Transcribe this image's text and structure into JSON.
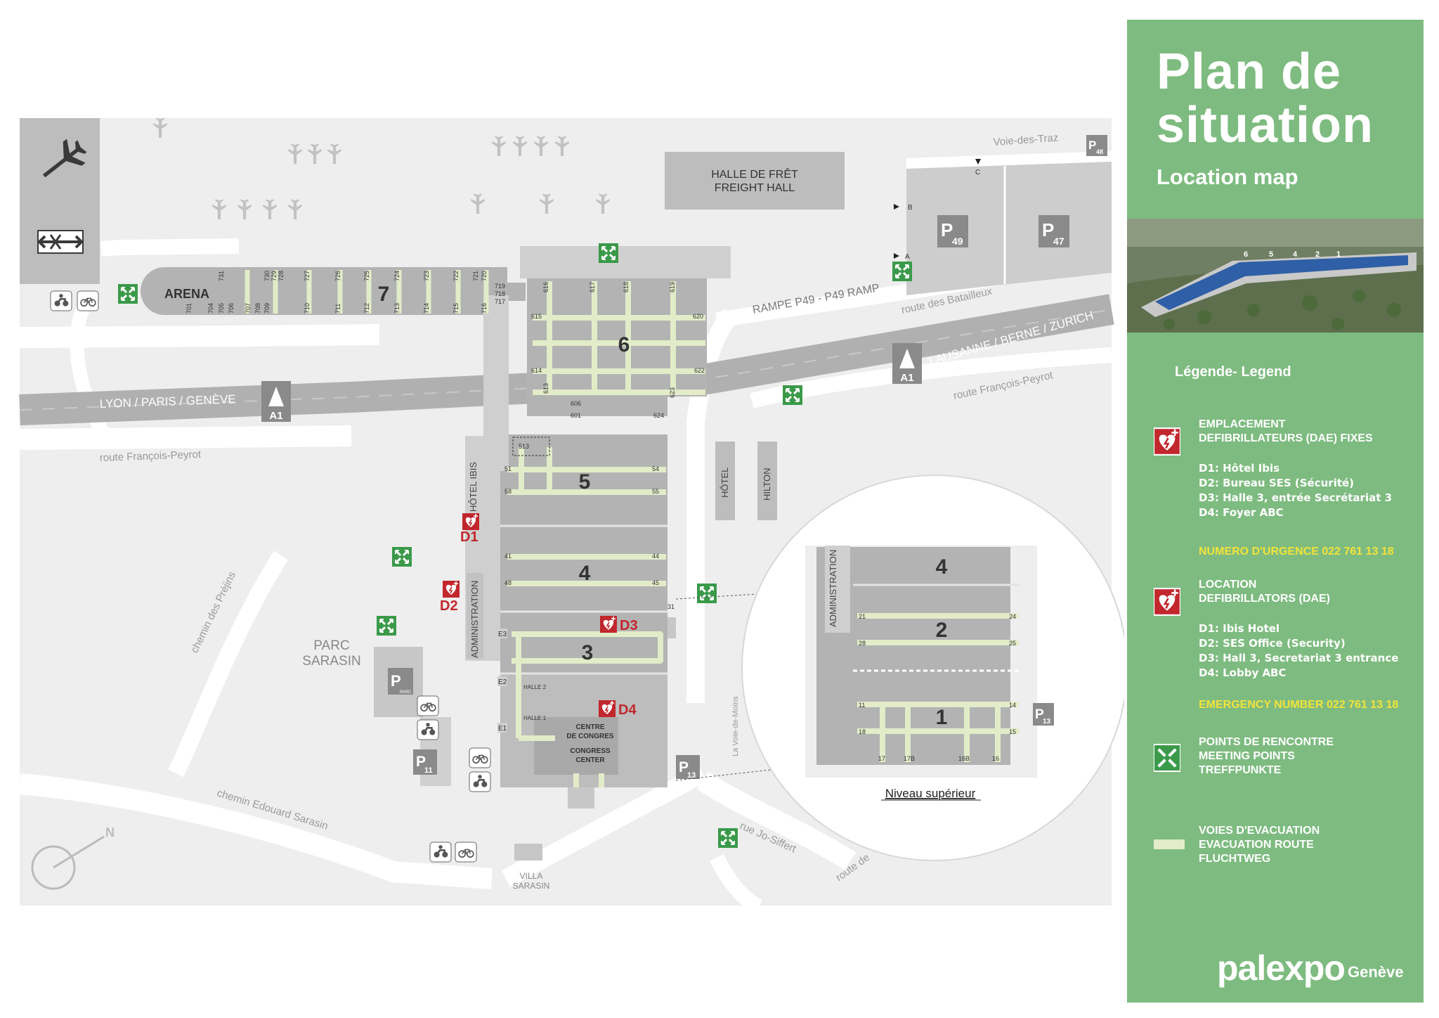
{
  "panel": {
    "title_line1": "Plan de",
    "title_line2": "situation",
    "subtitle": "Location map",
    "photo_hall_numbers": [
      "6",
      "5",
      "4",
      "2",
      "1"
    ],
    "legend_title": "Légende- Legend",
    "legend": {
      "fr": {
        "heading1": "EMPLACEMENT",
        "heading2": "DEFIBRILLATEURS (DAE) FIXES",
        "items": [
          "D1: Hôtel Ibis",
          "D2: Bureau SES (Sécurité)",
          "D3: Halle 3, entrée Secrétariat 3",
          "D4: Foyer ABC"
        ],
        "emergency": "NUMERO D'URGENCE 022 761 13 18"
      },
      "en": {
        "heading1": "LOCATION",
        "heading2": "DEFIBRILLATORS (DAE)",
        "items": [
          "D1:  Ibis Hotel",
          "D2: SES Office (Security)",
          "D3: Hall 3,  Secretariat 3  entrance",
          "D4: Lobby ABC"
        ],
        "emergency": "EMERGENCY NUMBER 022 761 13 18"
      },
      "meeting": [
        "POINTS DE RENCONTRE",
        "MEETING POINTS",
        "TREFFPUNKTE"
      ],
      "evac": [
        "VOIES D'EVACUATION",
        "EVACUATION ROUTE",
        "FLUCHTWEG"
      ]
    },
    "brand": "palexpo",
    "brand_city": "Genève",
    "colors": {
      "panel": "#7ebb80",
      "emergency": "#f2e33a",
      "defib": "#c1272d",
      "meeting": "#3b9a4a",
      "evac": "#e2ecc8"
    }
  },
  "map": {
    "halls": {
      "h7": "7",
      "h6": "6",
      "h5": "5",
      "h4": "4",
      "h3": "3"
    },
    "arena": "ARENA",
    "freight": [
      "HALLE DE FRÊT",
      "FREIGHT HALL"
    ],
    "roads": {
      "voie_traz": "Voie-des-Traz",
      "rampe": "RAMPE P49 - P49 RAMP",
      "bataillеux": "route des Batailleux",
      "lausanne": "LAUSANNE / BERNE / ZURICH",
      "peyrot_right": "route François-Peyrot",
      "lyon": "LYON / PARIS / GENÈVE",
      "peyrot_left": "route François-Peyrot",
      "prejins": "chemin des Préjins",
      "sarasin_road": "chemin Edouard Sarasin",
      "jo_siffert": "rue Jo-Siffert",
      "route_de": "route de",
      "voie_moins": "La Voie-de-Moins"
    },
    "motorway": "A1",
    "parking": {
      "p49": "49",
      "p47": "47",
      "p48": "48",
      "p11": "11",
      "p13": "13",
      "parc": "PARC"
    },
    "parc_sarasin": [
      "PARC",
      "SARASIN"
    ],
    "villa_sarasin": [
      "VILLA",
      "SARASIN"
    ],
    "hotel_ibis": "HÔTEL IBIS",
    "hotel": "HÔTEL",
    "hilton": "HILTON",
    "administration": "ADMINISTRATION",
    "congress": [
      "CENTRE",
      "DE CONGRES",
      "CONGRESS",
      "CENTER"
    ],
    "halle_labels": [
      "HALLE 2",
      "HALLE 1"
    ],
    "defibs": [
      "D1",
      "D2",
      "D3",
      "D4"
    ],
    "gates": [
      "A",
      "B",
      "C"
    ],
    "entrances": [
      "E3",
      "E2",
      "E1"
    ],
    "door_labels_h7_top": [
      "731",
      "730",
      "729",
      "728",
      "727",
      "726",
      "725",
      "724",
      "723",
      "722",
      "721",
      "720"
    ],
    "door_labels_h7_bottom": [
      "701",
      "704",
      "705",
      "706",
      "707",
      "708",
      "709",
      "710",
      "711",
      "712",
      "713",
      "714",
      "715",
      "716"
    ],
    "door_labels_h7_end": [
      "719",
      "718",
      "717"
    ],
    "door_labels_h6": [
      "616",
      "617",
      "618",
      "619",
      "615",
      "620",
      "614",
      "622",
      "613",
      "606",
      "623",
      "601",
      "624"
    ],
    "door_labels_h5": [
      "513",
      "51",
      "54",
      "58",
      "55"
    ],
    "door_labels_h4": [
      "41",
      "44",
      "48",
      "45"
    ],
    "door_label_31": "31",
    "inset": {
      "hall_top": "4",
      "hall_2": "2",
      "hall_1": "1",
      "admin": "ADMINISTRATION",
      "doors": [
        "21",
        "24",
        "28",
        "25",
        "11",
        "14",
        "18",
        "15",
        "17",
        "17B",
        "16B",
        "16"
      ],
      "p13": "13",
      "caption": "Niveau supérieur"
    },
    "compass": "N"
  }
}
